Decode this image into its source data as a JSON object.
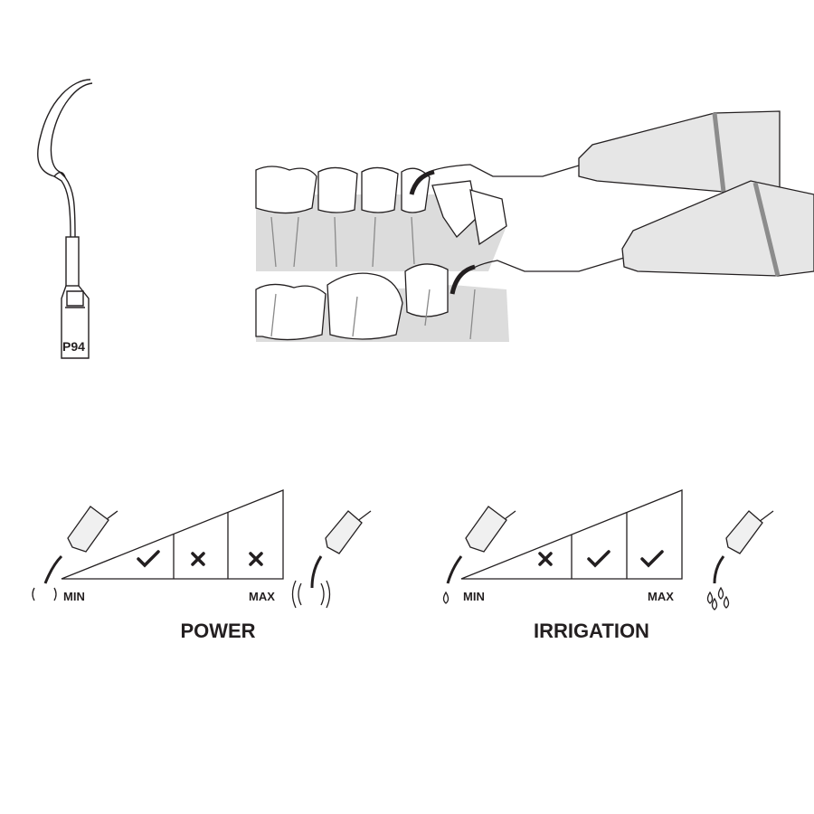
{
  "tip": {
    "model": "P94"
  },
  "power": {
    "title": "POWER",
    "min_label": "MIN",
    "max_label": "MAX",
    "levels": [
      "check",
      "cross",
      "cross"
    ]
  },
  "irrigation": {
    "title": "IRRIGATION",
    "min_label": "MIN",
    "max_label": "MAX",
    "levels": [
      "cross",
      "check",
      "check"
    ]
  },
  "colors": {
    "ink": "#231f20",
    "gum": "#d9d9d9",
    "handpiece": "#e6e6e6",
    "ring": "#8c8c8c"
  }
}
